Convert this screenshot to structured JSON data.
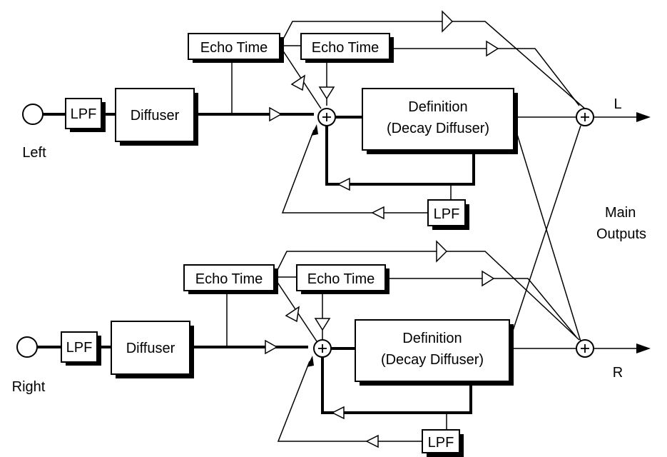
{
  "left_channel": {
    "input_label": "Left",
    "lpf_input": "LPF",
    "diffuser": "Diffuser",
    "echo_time_1": "Echo Time",
    "echo_time_2": "Echo Time",
    "definition_line1": "Definition",
    "definition_line2": "(Decay Diffuser)",
    "lpf_feedback": "LPF",
    "output_label": "L"
  },
  "right_channel": {
    "input_label": "Right",
    "lpf_input": "LPF",
    "diffuser": "Diffuser",
    "echo_time_1": "Echo Time",
    "echo_time_2": "Echo Time",
    "definition_line1": "Definition",
    "definition_line2": "(Decay Diffuser)",
    "lpf_feedback": "LPF",
    "output_label": "R"
  },
  "outputs": {
    "line1": "Main",
    "line2": "Outputs"
  }
}
